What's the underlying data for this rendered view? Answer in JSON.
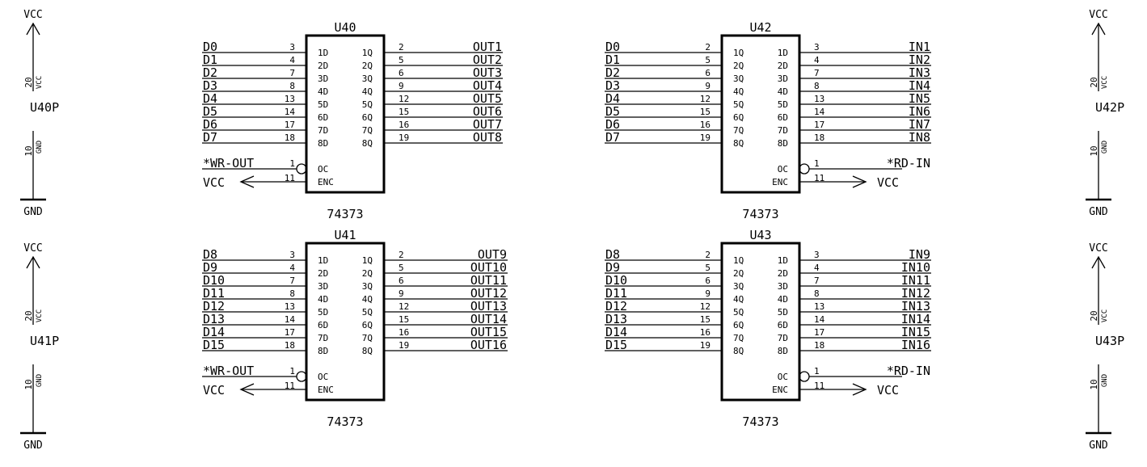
{
  "left_chips": [
    {
      "ref": "U40",
      "part": "74373",
      "inputs": [
        {
          "net": "D0",
          "pin": "3"
        },
        {
          "net": "D1",
          "pin": "4"
        },
        {
          "net": "D2",
          "pin": "7"
        },
        {
          "net": "D3",
          "pin": "8"
        },
        {
          "net": "D4",
          "pin": "13"
        },
        {
          "net": "D5",
          "pin": "14"
        },
        {
          "net": "D6",
          "pin": "17"
        },
        {
          "net": "D7",
          "pin": "18"
        }
      ],
      "outputs": [
        {
          "net": "OUT1",
          "pin": "2"
        },
        {
          "net": "OUT2",
          "pin": "5"
        },
        {
          "net": "OUT3",
          "pin": "6"
        },
        {
          "net": "OUT4",
          "pin": "9"
        },
        {
          "net": "OUT5",
          "pin": "12"
        },
        {
          "net": "OUT6",
          "pin": "15"
        },
        {
          "net": "OUT7",
          "pin": "16"
        },
        {
          "net": "OUT8",
          "pin": "19"
        }
      ],
      "left_pins": [
        "1D",
        "2D",
        "3D",
        "4D",
        "5D",
        "6D",
        "7D",
        "8D"
      ],
      "right_pins": [
        "1Q",
        "2Q",
        "3Q",
        "4Q",
        "5Q",
        "6Q",
        "7Q",
        "8Q"
      ],
      "oc": {
        "net": "*WR-OUT",
        "pin": "1",
        "label": "OC"
      },
      "enc": {
        "net": "VCC",
        "pin": "11",
        "label": "ENC"
      }
    },
    {
      "ref": "U41",
      "part": "74373",
      "inputs": [
        {
          "net": "D8",
          "pin": "3"
        },
        {
          "net": "D9",
          "pin": "4"
        },
        {
          "net": "D10",
          "pin": "7"
        },
        {
          "net": "D11",
          "pin": "8"
        },
        {
          "net": "D12",
          "pin": "13"
        },
        {
          "net": "D13",
          "pin": "14"
        },
        {
          "net": "D14",
          "pin": "17"
        },
        {
          "net": "D15",
          "pin": "18"
        }
      ],
      "outputs": [
        {
          "net": "OUT9",
          "pin": "2"
        },
        {
          "net": "OUT10",
          "pin": "5"
        },
        {
          "net": "OUT11",
          "pin": "6"
        },
        {
          "net": "OUT12",
          "pin": "9"
        },
        {
          "net": "OUT13",
          "pin": "12"
        },
        {
          "net": "OUT14",
          "pin": "15"
        },
        {
          "net": "OUT15",
          "pin": "16"
        },
        {
          "net": "OUT16",
          "pin": "19"
        }
      ],
      "left_pins": [
        "1D",
        "2D",
        "3D",
        "4D",
        "5D",
        "6D",
        "7D",
        "8D"
      ],
      "right_pins": [
        "1Q",
        "2Q",
        "3Q",
        "4Q",
        "5Q",
        "6Q",
        "7Q",
        "8Q"
      ],
      "oc": {
        "net": "*WR-OUT",
        "pin": "1",
        "label": "OC"
      },
      "enc": {
        "net": "VCC",
        "pin": "11",
        "label": "ENC"
      }
    }
  ],
  "right_chips": [
    {
      "ref": "U42",
      "part": "74373",
      "inputs": [
        {
          "net": "D0",
          "pin": "2"
        },
        {
          "net": "D1",
          "pin": "5"
        },
        {
          "net": "D2",
          "pin": "6"
        },
        {
          "net": "D3",
          "pin": "9"
        },
        {
          "net": "D4",
          "pin": "12"
        },
        {
          "net": "D5",
          "pin": "15"
        },
        {
          "net": "D6",
          "pin": "16"
        },
        {
          "net": "D7",
          "pin": "19"
        }
      ],
      "outputs": [
        {
          "net": "IN1",
          "pin": "3"
        },
        {
          "net": "IN2",
          "pin": "4"
        },
        {
          "net": "IN3",
          "pin": "7"
        },
        {
          "net": "IN4",
          "pin": "8"
        },
        {
          "net": "IN5",
          "pin": "13"
        },
        {
          "net": "IN6",
          "pin": "14"
        },
        {
          "net": "IN7",
          "pin": "17"
        },
        {
          "net": "IN8",
          "pin": "18"
        }
      ],
      "left_pins": [
        "1Q",
        "2Q",
        "3Q",
        "4Q",
        "5Q",
        "6Q",
        "7Q",
        "8Q"
      ],
      "right_pins": [
        "1D",
        "2D",
        "3D",
        "4D",
        "5D",
        "6D",
        "7D",
        "8D"
      ],
      "oc": {
        "net": "*RD-IN",
        "pin": "1",
        "label": "OC"
      },
      "enc": {
        "net": "VCC",
        "pin": "11",
        "label": "ENC"
      }
    },
    {
      "ref": "U43",
      "part": "74373",
      "inputs": [
        {
          "net": "D8",
          "pin": "2"
        },
        {
          "net": "D9",
          "pin": "5"
        },
        {
          "net": "D10",
          "pin": "6"
        },
        {
          "net": "D11",
          "pin": "9"
        },
        {
          "net": "D12",
          "pin": "12"
        },
        {
          "net": "D13",
          "pin": "15"
        },
        {
          "net": "D14",
          "pin": "16"
        },
        {
          "net": "D15",
          "pin": "19"
        }
      ],
      "outputs": [
        {
          "net": "IN9",
          "pin": "3"
        },
        {
          "net": "IN10",
          "pin": "4"
        },
        {
          "net": "IN11",
          "pin": "7"
        },
        {
          "net": "IN12",
          "pin": "8"
        },
        {
          "net": "IN13",
          "pin": "13"
        },
        {
          "net": "IN14",
          "pin": "14"
        },
        {
          "net": "IN15",
          "pin": "17"
        },
        {
          "net": "IN16",
          "pin": "18"
        }
      ],
      "left_pins": [
        "1Q",
        "2Q",
        "3Q",
        "4Q",
        "5Q",
        "6Q",
        "7Q",
        "8Q"
      ],
      "right_pins": [
        "1D",
        "2D",
        "3D",
        "4D",
        "5D",
        "6D",
        "7D",
        "8D"
      ],
      "oc": {
        "net": "*RD-IN",
        "pin": "1",
        "label": "OC"
      },
      "enc": {
        "net": "VCC",
        "pin": "11",
        "label": "ENC"
      }
    }
  ],
  "power_units": [
    {
      "ref": "U40P",
      "vcc": "VCC",
      "gnd": "GND",
      "vcc_pin": "20",
      "vcc_name": "VCC",
      "gnd_pin": "10",
      "gnd_name": "GND"
    },
    {
      "ref": "U41P",
      "vcc": "VCC",
      "gnd": "GND",
      "vcc_pin": "20",
      "vcc_name": "VCC",
      "gnd_pin": "10",
      "gnd_name": "GND"
    },
    {
      "ref": "U42P",
      "vcc": "VCC",
      "gnd": "GND",
      "vcc_pin": "20",
      "vcc_name": "VCC",
      "gnd_pin": "10",
      "gnd_name": "GND"
    },
    {
      "ref": "U43P",
      "vcc": "VCC",
      "gnd": "GND",
      "vcc_pin": "20",
      "vcc_name": "VCC",
      "gnd_pin": "10",
      "gnd_name": "GND"
    }
  ]
}
